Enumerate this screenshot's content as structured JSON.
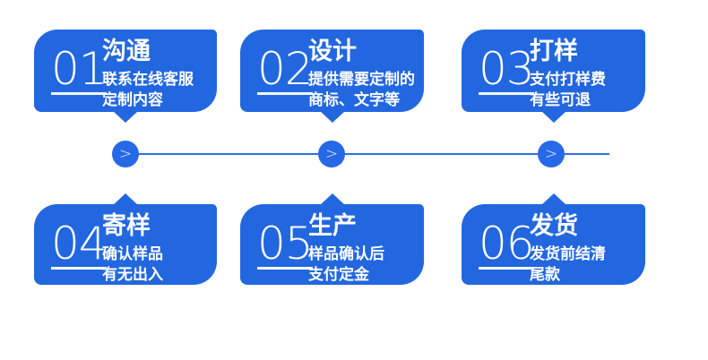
{
  "steps": [
    {
      "number": "01",
      "title": "沟通",
      "desc_line1": "联系在线客服",
      "desc_line2": "定制内容"
    },
    {
      "number": "02",
      "title": "设计",
      "desc_line1": "提供需要定制的",
      "desc_line2": "商标、文字等"
    },
    {
      "number": "03",
      "title": "打样",
      "desc_line1": "支付打样费",
      "desc_line2": "有些可退"
    },
    {
      "number": "04",
      "title": "寄样",
      "desc_line1": "确认样品",
      "desc_line2": "有无出入"
    },
    {
      "number": "05",
      "title": "生产",
      "desc_line1": "样品确认后",
      "desc_line2": "支付定金"
    },
    {
      "number": "06",
      "title": "发货",
      "desc_line1": "发货前结清",
      "desc_line2": "尾款"
    }
  ],
  "connector": {
    "arrow_glyph": ">"
  },
  "colors": {
    "card_blue": "#2267df",
    "circle_blue": "#2569e6",
    "line_blue": "#2e6ee4",
    "text_white": "#ffffff",
    "background": "#ffffff"
  }
}
